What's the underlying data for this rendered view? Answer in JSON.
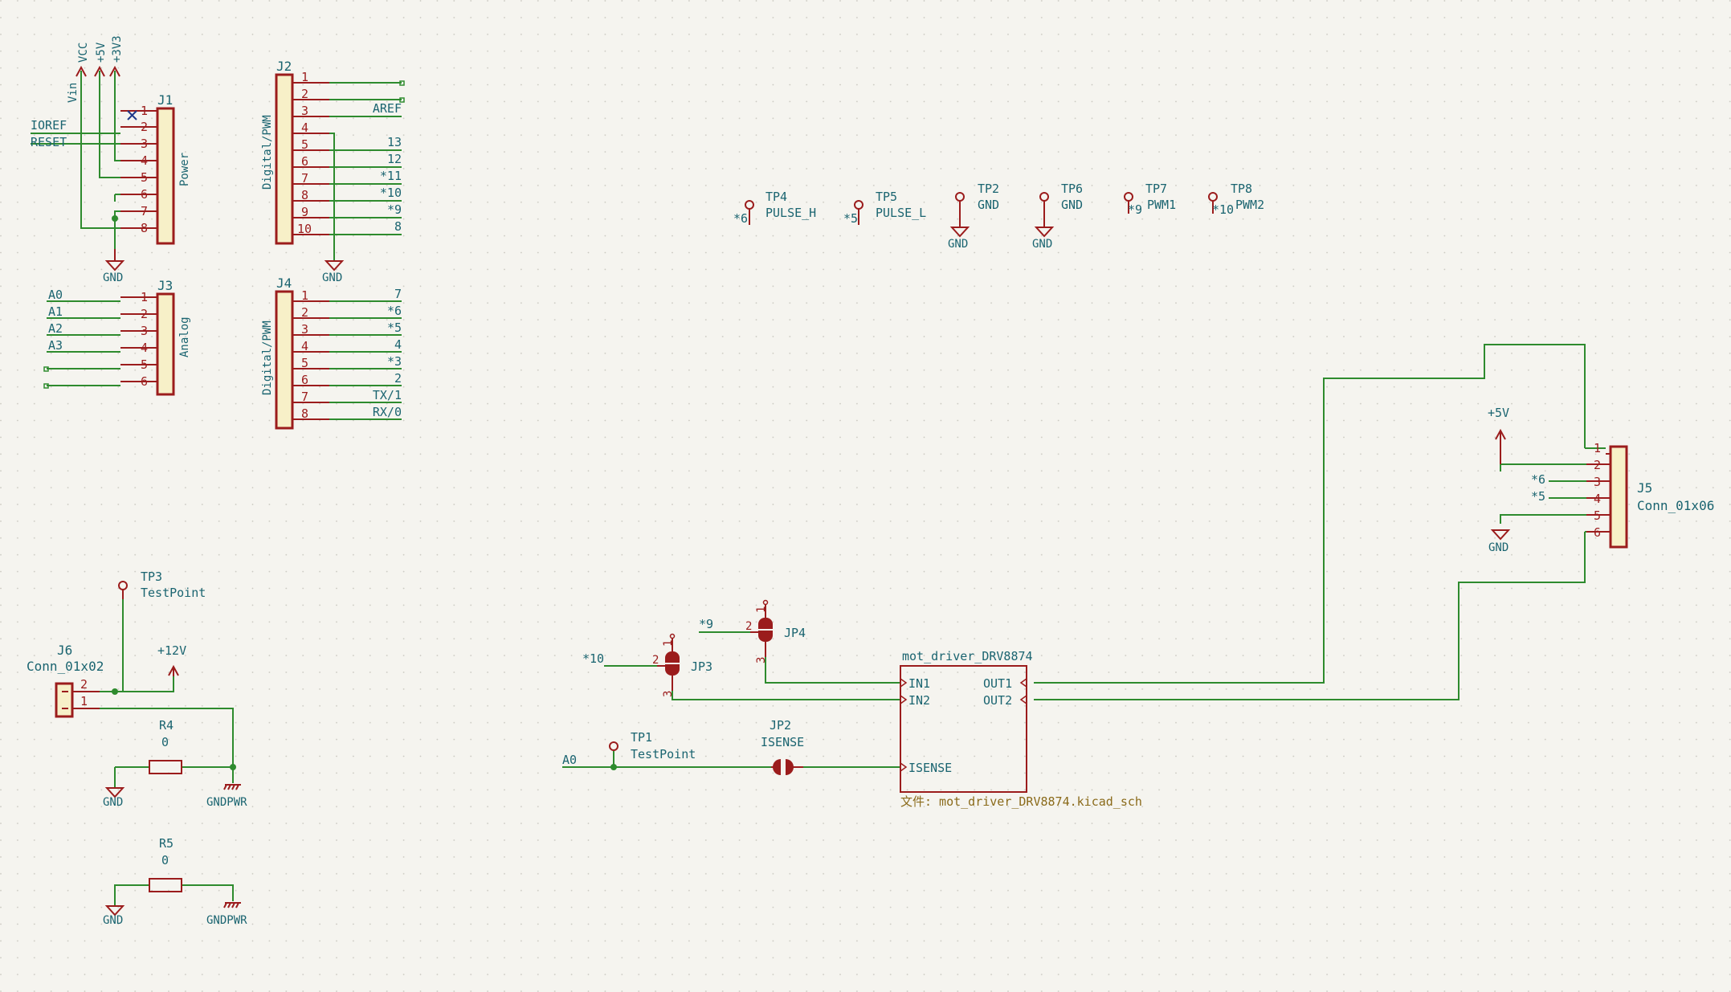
{
  "colors": {
    "background": "#f5f4ef",
    "grid": "#c9c8c0",
    "wire": "#2e8b2e",
    "symbol": "#9b1c1c",
    "pin_number": "#9b1c1c",
    "text": "#1a6470",
    "junction": "#2e8b2e",
    "sheet_file": "#8a6a1a"
  },
  "power": {
    "vin": "Vin",
    "vcc": "VCC",
    "p5v": "+5V",
    "p3v3": "+3V3",
    "gnd": "GND",
    "p12v": "+12V",
    "gndpwr": "GNDPWR"
  },
  "j1": {
    "ref": "J1",
    "value": "Power",
    "pins": [
      "1",
      "2",
      "3",
      "4",
      "5",
      "6",
      "7",
      "8"
    ],
    "nets": [
      "IOREF",
      "RESET"
    ]
  },
  "j2": {
    "ref": "J2",
    "value": "Digital/PWM",
    "pins": [
      "1",
      "2",
      "3",
      "4",
      "5",
      "6",
      "7",
      "8",
      "9",
      "10"
    ],
    "nets": [
      "",
      "",
      "AREF",
      "",
      "13",
      "12",
      "*11",
      "*10",
      "*9",
      "8"
    ]
  },
  "j3": {
    "ref": "J3",
    "value": "Analog",
    "pins": [
      "1",
      "2",
      "3",
      "4",
      "5",
      "6"
    ],
    "nets": [
      "A0",
      "A1",
      "A2",
      "A3",
      "",
      ""
    ]
  },
  "j4": {
    "ref": "J4",
    "value": "Digital/PWM",
    "pins": [
      "1",
      "2",
      "3",
      "4",
      "5",
      "6",
      "7",
      "8"
    ],
    "nets": [
      "7",
      "*6",
      "*5",
      "4",
      "*3",
      "2",
      "TX/1",
      "RX/0"
    ]
  },
  "testpoints": {
    "tp4": {
      "ref": "TP4",
      "value": "PULSE_H",
      "net": "*6"
    },
    "tp5": {
      "ref": "TP5",
      "value": "PULSE_L",
      "net": "*5"
    },
    "tp2": {
      "ref": "TP2",
      "value": "GND"
    },
    "tp6": {
      "ref": "TP6",
      "value": "GND"
    },
    "tp7": {
      "ref": "TP7",
      "value": "PWM1",
      "net": "*9"
    },
    "tp8": {
      "ref": "TP8",
      "value": "PWM2",
      "net": "*10"
    },
    "tp3": {
      "ref": "TP3",
      "value": "TestPoint"
    },
    "tp1": {
      "ref": "TP1",
      "value": "TestPoint"
    }
  },
  "j5": {
    "ref": "J5",
    "value": "Conn_01x06",
    "pins": [
      "1",
      "2",
      "3",
      "4",
      "5",
      "6"
    ],
    "nets": [
      "*6",
      "*5"
    ]
  },
  "j6": {
    "ref": "J6",
    "value": "Conn_01x02",
    "pins": [
      "2",
      "1"
    ]
  },
  "r4": {
    "ref": "R4",
    "value": "0"
  },
  "r5": {
    "ref": "R5",
    "value": "0"
  },
  "jp2": {
    "ref": "JP2",
    "value": "ISENSE"
  },
  "jp3": {
    "ref": "JP3",
    "pins": [
      "1",
      "2",
      "3"
    ],
    "net": "*10"
  },
  "jp4": {
    "ref": "JP4",
    "pins": [
      "1",
      "2",
      "3"
    ],
    "net": "*9"
  },
  "a0_label": "A0",
  "sheet": {
    "name": "mot_driver_DRV8874",
    "file": "文件: mot_driver_DRV8874.kicad_sch",
    "pins": {
      "in1": "IN1",
      "in2": "IN2",
      "isense": "ISENSE",
      "out1": "OUT1",
      "out2": "OUT2"
    }
  }
}
